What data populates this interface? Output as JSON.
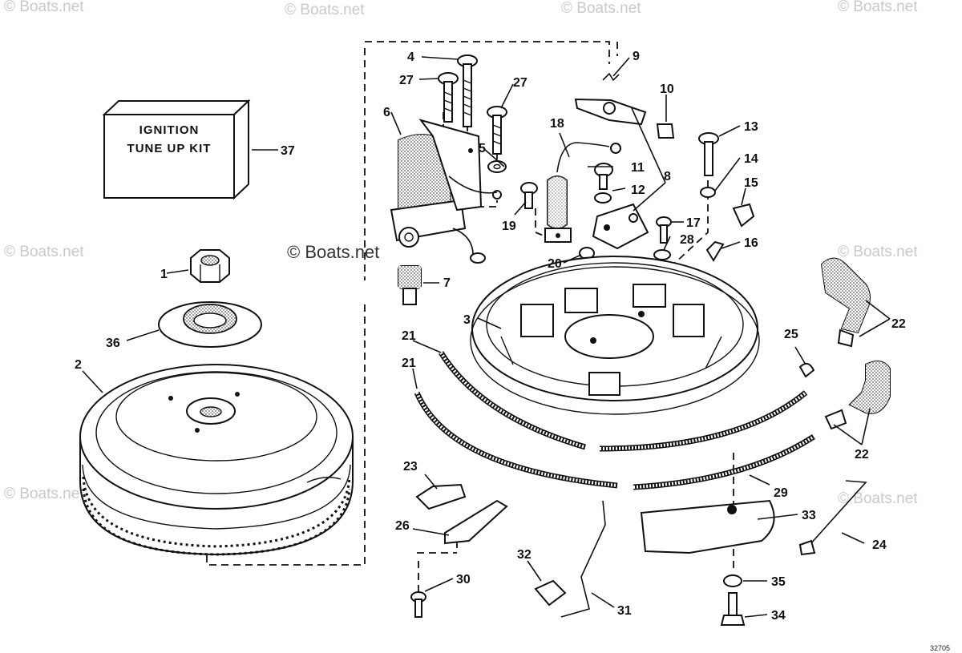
{
  "diagram": {
    "kit_label_line1": "IGNITION",
    "kit_label_line2": "TUNE UP KIT",
    "figure_number": "32705",
    "watermarks": [
      "© Boats.net",
      "© Boats.net",
      "© Boats.net",
      "© Boats.net",
      "© Boats.net",
      "© Boats.net",
      "© Boats.net",
      "© Boats.net"
    ],
    "center_watermark": "© Boats.net",
    "callouts": [
      "1",
      "2",
      "3",
      "4",
      "5",
      "6",
      "7",
      "8",
      "9",
      "10",
      "11",
      "12",
      "13",
      "14",
      "15",
      "16",
      "17",
      "18",
      "19",
      "20",
      "21",
      "21",
      "22",
      "22",
      "23",
      "24",
      "25",
      "26",
      "27",
      "27",
      "28",
      "29",
      "30",
      "31",
      "32",
      "33",
      "34",
      "35",
      "36",
      "37"
    ]
  }
}
